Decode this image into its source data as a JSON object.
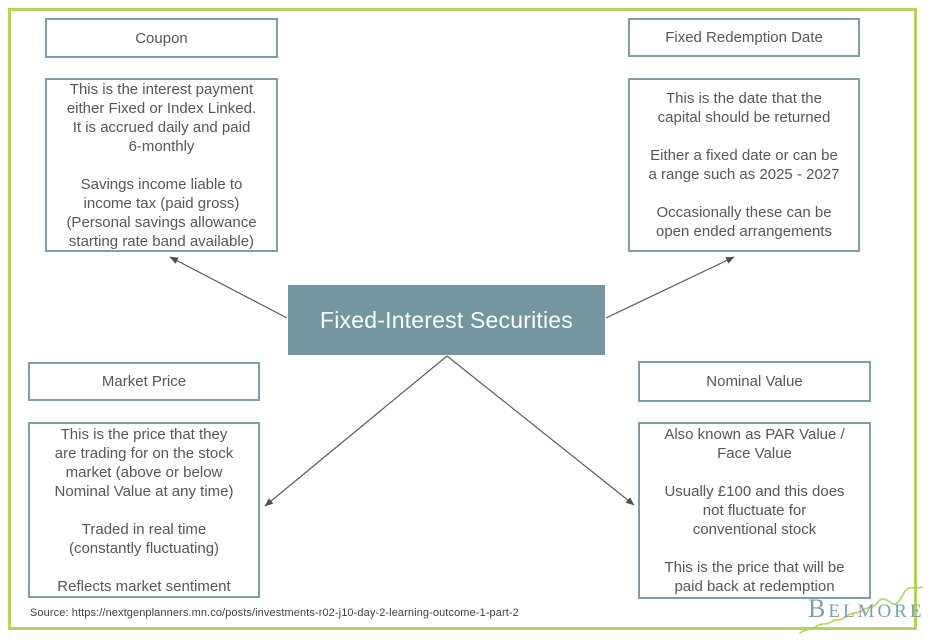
{
  "center_node": {
    "label": "Fixed-Interest Securities"
  },
  "nodes": [
    {
      "id": "coupon",
      "title": "Coupon",
      "body": "This is the interest payment\neither Fixed or Index Linked.\nIt is accrued daily and paid\n6-monthly\n\nSavings income liable to\nincome tax (paid gross)\n(Personal savings allowance\nstarting rate band available)"
    },
    {
      "id": "fixed-redemption-date",
      "title": "Fixed Redemption Date",
      "body": "This is the date that the\ncapital should be returned\n\nEither a fixed date or can be\na range such as 2025 - 2027\n\nOccasionally these can be\nopen ended arrangements"
    },
    {
      "id": "market-price",
      "title": "Market Price",
      "body": "This is the price that they\nare trading for on the stock\nmarket (above or below\nNominal Value at any time)\n\nTraded in real time\n(constantly fluctuating)\n\nReflects market sentiment"
    },
    {
      "id": "nominal-value",
      "title": "Nominal Value",
      "body": "Also known as PAR Value /\nFace Value\n\nUsually £100 and this does\nnot fluctuate for\nconventional stock\n\nThis is the price that will be\npaid back at redemption"
    }
  ],
  "footer": {
    "source_line": "Source: https://nextgenplanners.mn.co/posts/investments-r02-j10-day-2-learning-outcome-1-part-2"
  },
  "logo": {
    "text": "Belmore"
  },
  "colors": {
    "frame_green": "#b3d45c",
    "node_border": "#7e9da8",
    "center_fill": "#7596a1",
    "center_text": "#ffffff",
    "body_text": "#55565a",
    "arrow": "#5a5b5e",
    "logo_text": "#7fa0ab",
    "logo_line": "#b3d45c"
  }
}
